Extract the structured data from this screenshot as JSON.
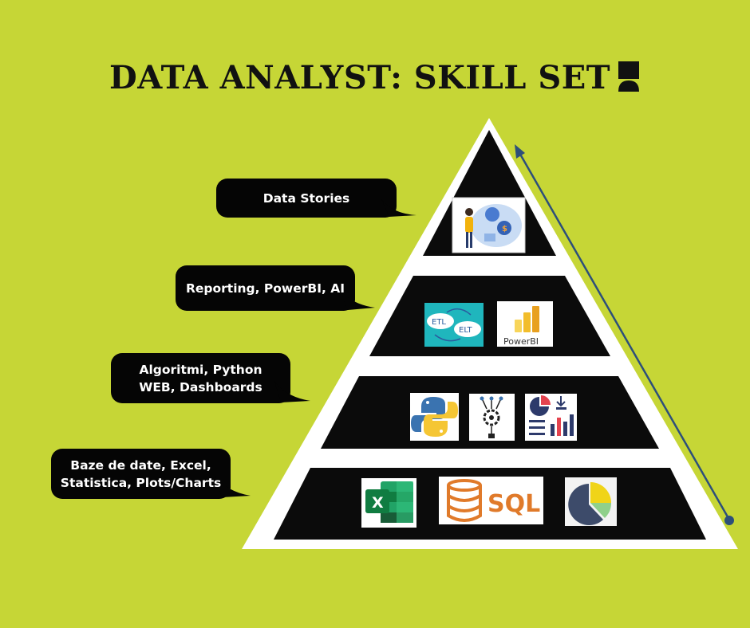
{
  "title": "DATA ANALYST: SKILL SET",
  "icons": {
    "title": "person-bust-icon",
    "tier1": [
      "data-storytelling-illustration"
    ],
    "tier2": [
      "etl-elt-icon",
      "powerbi-icon"
    ],
    "tier3": [
      "python-icon",
      "algorithm-gear-icon",
      "dashboard-icon"
    ],
    "tier4": [
      "excel-icon",
      "sql-database-icon",
      "pie-chart-icon"
    ]
  },
  "tiers": [
    {
      "label": "Data Stories"
    },
    {
      "label": "Reporting, PowerBI, AI"
    },
    {
      "label": "Algoritmi, Python\nWEB, Dashboards"
    },
    {
      "label": "Baze de date, Excel,\nStatistica, Plots/Charts"
    }
  ],
  "labels": {
    "etl": "ETL",
    "elt": "ELT",
    "powerbi": "PowerBI",
    "excel": "X",
    "sql": "SQL"
  },
  "colors": {
    "background": "#c6d636",
    "pyramid_tier": "#0b0b0b",
    "pyramid_outline": "#ffffff",
    "arrow": "#2d4f7a"
  }
}
